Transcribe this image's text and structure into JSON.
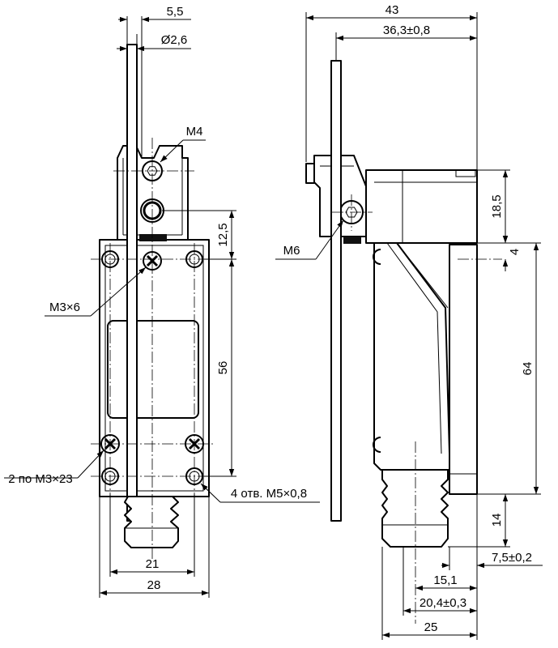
{
  "drawing": {
    "front_view": {
      "dim_lever_width": "5,5",
      "dim_lever_dia": "Ø2,6",
      "label_thread_m4": "M4",
      "label_screw_m3x6": "M3×6",
      "dim_head_offset": "12,5",
      "dim_body_height": "56",
      "label_screws_m3x23": "2 по M3×23",
      "label_holes_m5": "4 отв. M5×0,8",
      "dim_hole_spacing": "21",
      "dim_body_width": "28"
    },
    "side_view": {
      "dim_overall_width": "43",
      "dim_lever_offset": "36,3±0,8",
      "label_thread_m6": "M6",
      "dim_head_height": "18,5",
      "dim_gap": "4",
      "dim_body_height": "64",
      "dim_gland_height": "14",
      "dim_mount_offset": "7,5±0,2",
      "dim_hole_depth": "15,1",
      "dim_gland_pos": "20,4±0,3",
      "dim_depth": "25"
    }
  }
}
